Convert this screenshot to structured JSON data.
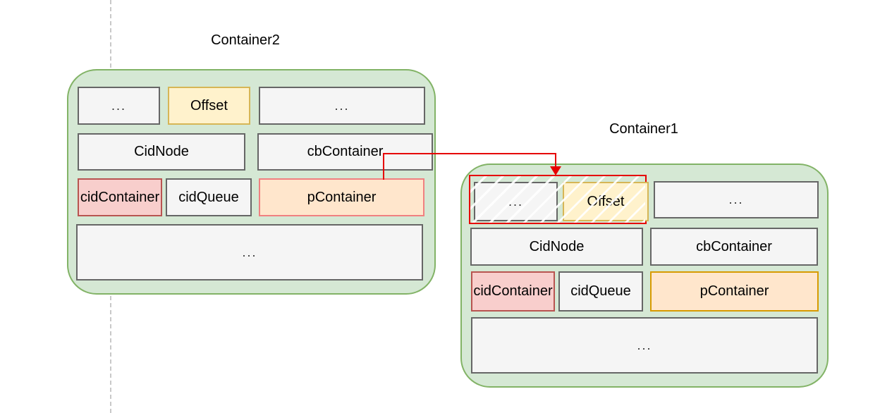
{
  "colors": {
    "green_fill": "#d5e8d4",
    "green_border": "#82b366",
    "box_fill": "#f5f5f5",
    "box_border": "#666666",
    "yellow_fill": "#fff2cc",
    "yellow_border": "#d6b656",
    "pink_fill": "#f8cecc",
    "pink_border": "#b85450",
    "peach_fill": "#ffe6cc",
    "orange_border": "#d79b00",
    "salmon_border": "#f08080",
    "arrow_red": "#e60000",
    "dash_grey": "#c9c9c9"
  },
  "container2": {
    "title": "Container2",
    "row1": {
      "cell1": "...",
      "offset": "Offset",
      "cell3": "..."
    },
    "row2": {
      "cidnode": "CidNode",
      "cbcontainer": "cbContainer"
    },
    "row3": {
      "cidcontainer": "cidContainer",
      "cidqueue": "cidQueue",
      "pcontainer": "pContainer"
    },
    "row4": {
      "dots": "..."
    }
  },
  "container1": {
    "title": "Container1",
    "row1": {
      "cell1": "...",
      "offset": "Offset",
      "cell3": "..."
    },
    "row2": {
      "cidnode": "CidNode",
      "cbcontainer": "cbContainer"
    },
    "row3": {
      "cidcontainer": "cidContainer",
      "cidqueue": "cidQueue",
      "pcontainer": "pContainer"
    },
    "row4": {
      "dots": "..."
    }
  }
}
